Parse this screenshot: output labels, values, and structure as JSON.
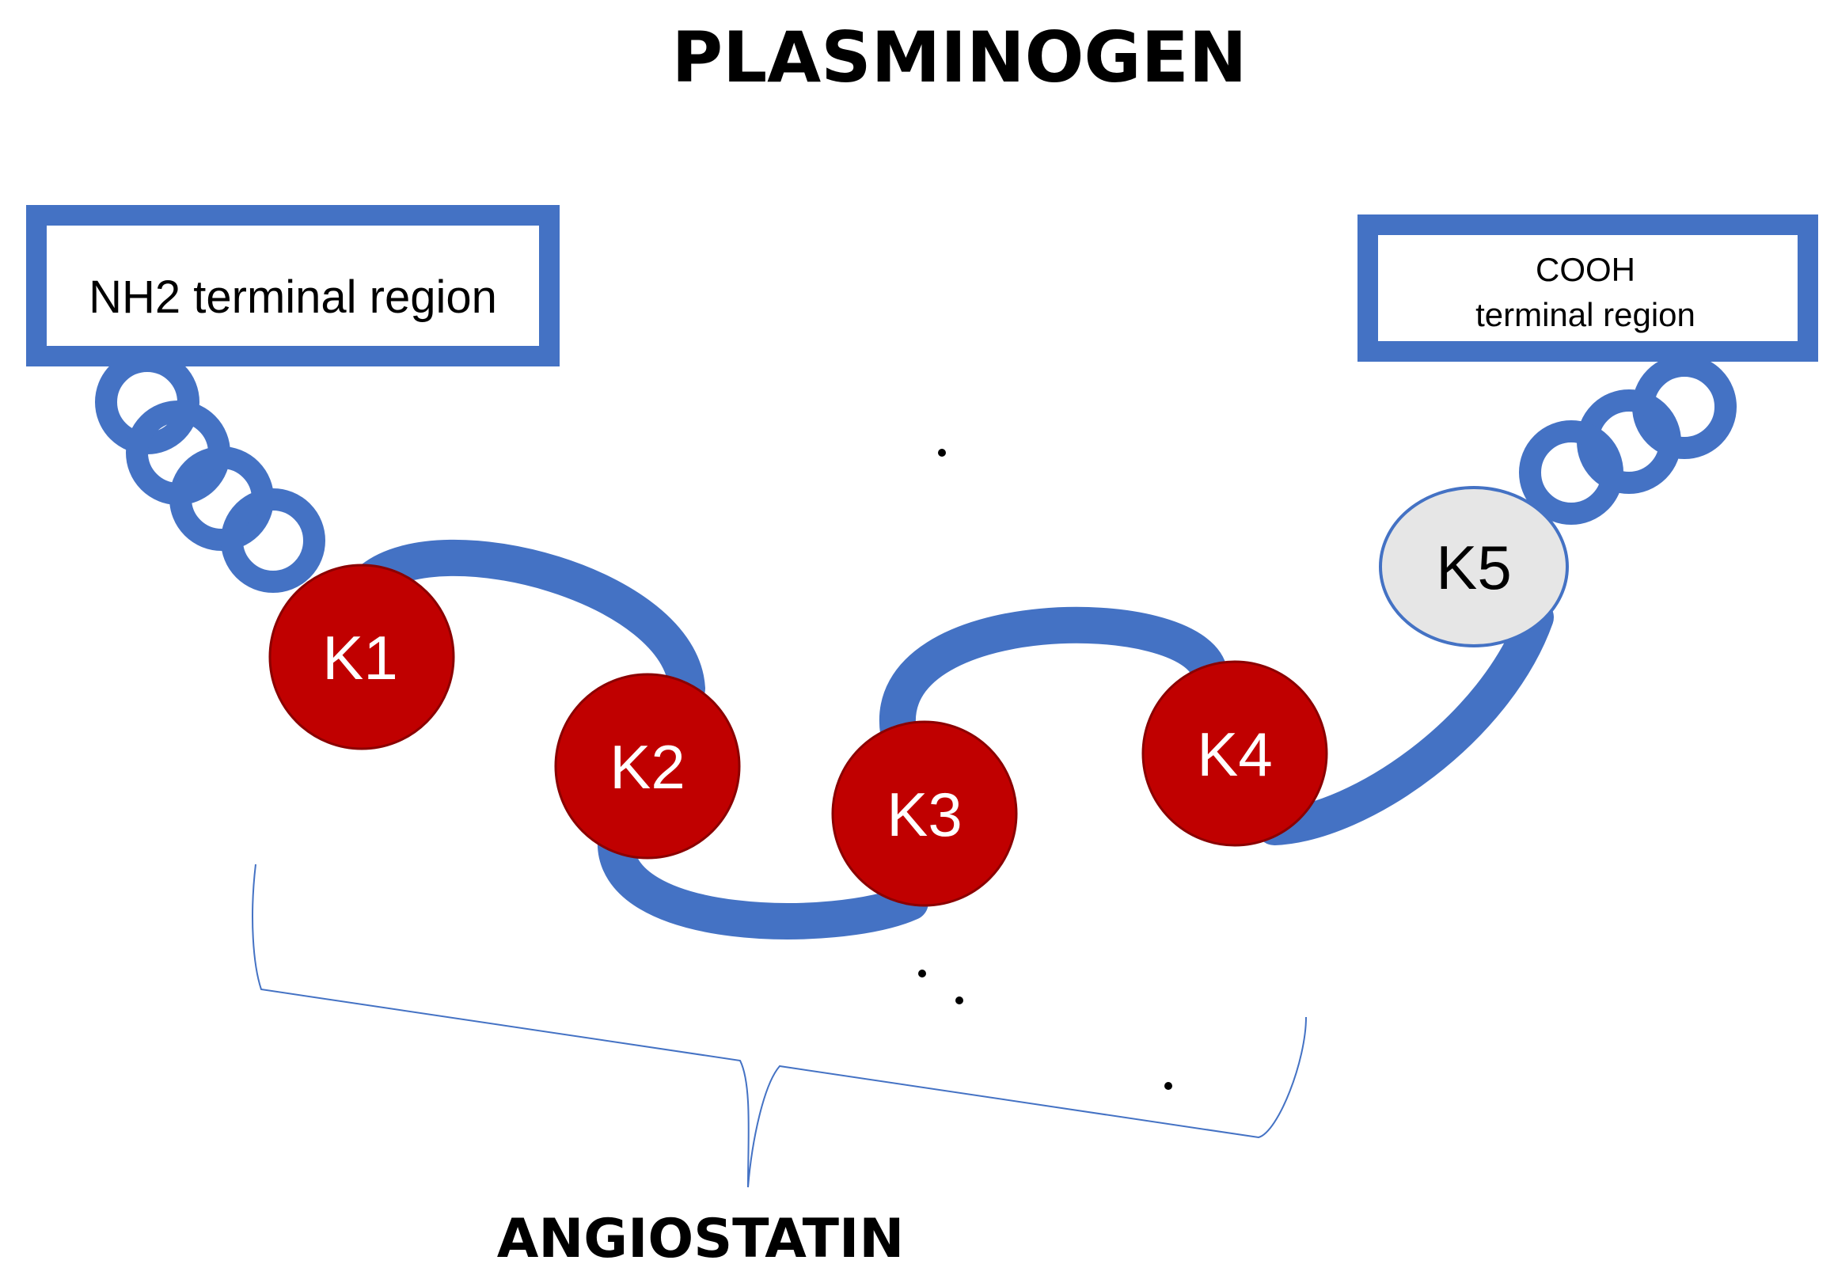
{
  "title": "PLASMINOGEN",
  "bracket_label": "ANGIOSTATIN",
  "nh2_box": {
    "label": "NH2 terminal region"
  },
  "cooh_box": {
    "line1": "COOH",
    "line2": "terminal region"
  },
  "kringles": {
    "k1": "K1",
    "k2": "K2",
    "k3": "K3",
    "k4": "K4",
    "k5": "K5"
  },
  "colors": {
    "chain_blue": "#4472c4",
    "box_border": "#4472c4",
    "kringle_red": "#c00000",
    "kringle_red_outline": "#8b0000",
    "k5_fill": "#e6e6e6",
    "k5_outline": "#4472c4",
    "bracket": "#4472c4",
    "text": "#000000",
    "kringle_text": "#ffffff"
  }
}
